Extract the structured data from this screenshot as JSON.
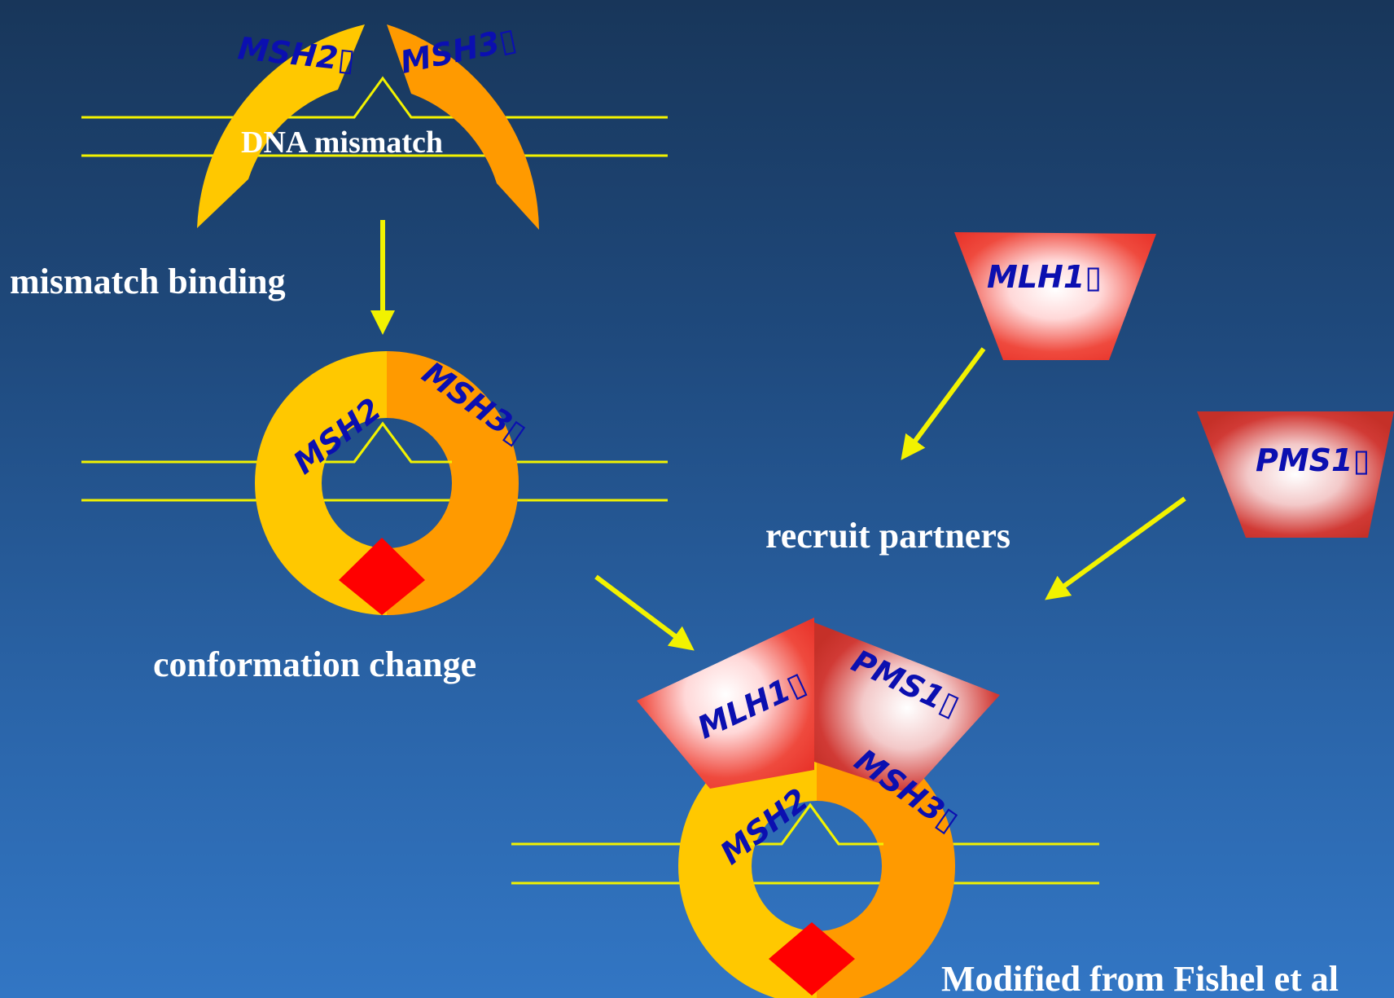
{
  "colors": {
    "msh2": "#ffc800",
    "msh3": "#ff9a00",
    "dna": "#f2f200",
    "arrow": "#f2f200",
    "atp_site": "#ff0000",
    "mlh_pms": "#e8332a",
    "protein_label": "#0b0fb0",
    "caption": "#ffffff"
  },
  "stage1": {
    "msh2_label": "MSH2▯",
    "msh3_label": "MSH3▯",
    "dna_label": "DNA mismatch"
  },
  "stage2": {
    "msh2_label": "MSH2",
    "msh3_label": "MSH3▯"
  },
  "stage3": {
    "msh2_label": "MSH2",
    "msh3_label": "MSH3▯",
    "mlh1_label": "MLH1▯",
    "pms1_label": "PMS1▯"
  },
  "partners": {
    "mlh1_label": "MLH1▯",
    "pms1_label": "PMS1▯"
  },
  "captions": {
    "mismatch_binding": "mismatch binding",
    "conformation_change": "conformation change",
    "recruit_partners": "recruit partners",
    "credit": "Modified from Fishel et al"
  }
}
